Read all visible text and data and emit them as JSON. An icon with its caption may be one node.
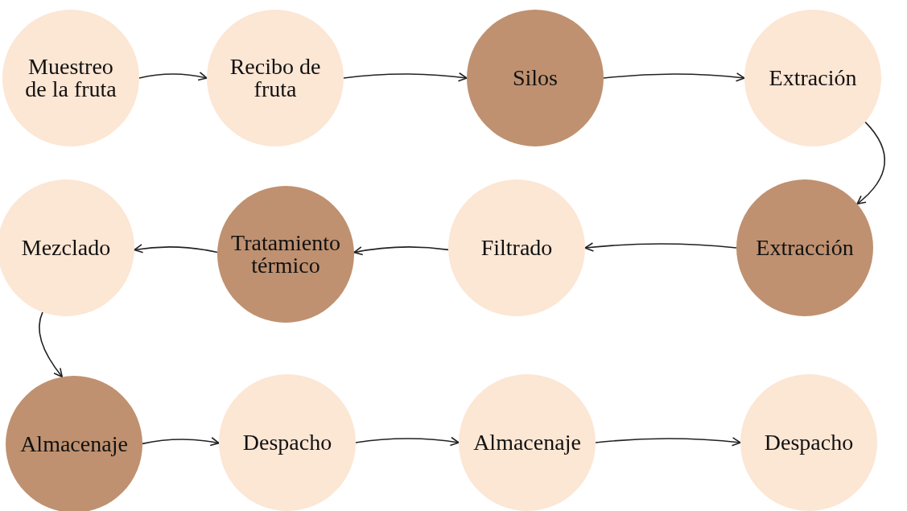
{
  "diagram": {
    "nodes": [
      {
        "text": [
          "Muestreo de la fruta"
        ]
      },
      {
        "text": [
          "Recibo de fruta"
        ]
      },
      {
        "text": [
          "Silos"
        ]
      },
      {
        "text": [
          "Extración"
        ]
      },
      {
        "text": [
          "Extracción"
        ]
      },
      {
        "text": [
          "Filtrado"
        ]
      },
      {
        "text": [
          "Tratamiento térmico"
        ]
      },
      {
        "text": [
          "Mezclado"
        ]
      },
      {
        "text": [
          "Almacenaje"
        ]
      },
      {
        "text": [
          "Despacho"
        ]
      },
      {
        "text": [
          "Almacenaje"
        ]
      },
      {
        "text": [
          "Despacho"
        ]
      }
    ],
    "edges": [
      {
        "from": 0,
        "to": 1,
        "arrow": "to"
      },
      {
        "from": 1,
        "to": 2,
        "arrow": "to"
      },
      {
        "from": 2,
        "to": 3,
        "arrow": "to"
      },
      {
        "from": 3,
        "to": 4,
        "arrow": "to"
      },
      {
        "from": 4,
        "to": 5,
        "arrow": "to"
      },
      {
        "from": 5,
        "to": 6,
        "arrow": "to"
      },
      {
        "from": 6,
        "to": 7,
        "arrow": "to"
      },
      {
        "from": 7,
        "to": 8,
        "arrow": "to"
      },
      {
        "from": 8,
        "to": 9,
        "arrow": "to"
      },
      {
        "from": 9,
        "to": 10,
        "arrow": "to"
      },
      {
        "from": 10,
        "to": 11,
        "arrow": "to"
      }
    ]
  }
}
